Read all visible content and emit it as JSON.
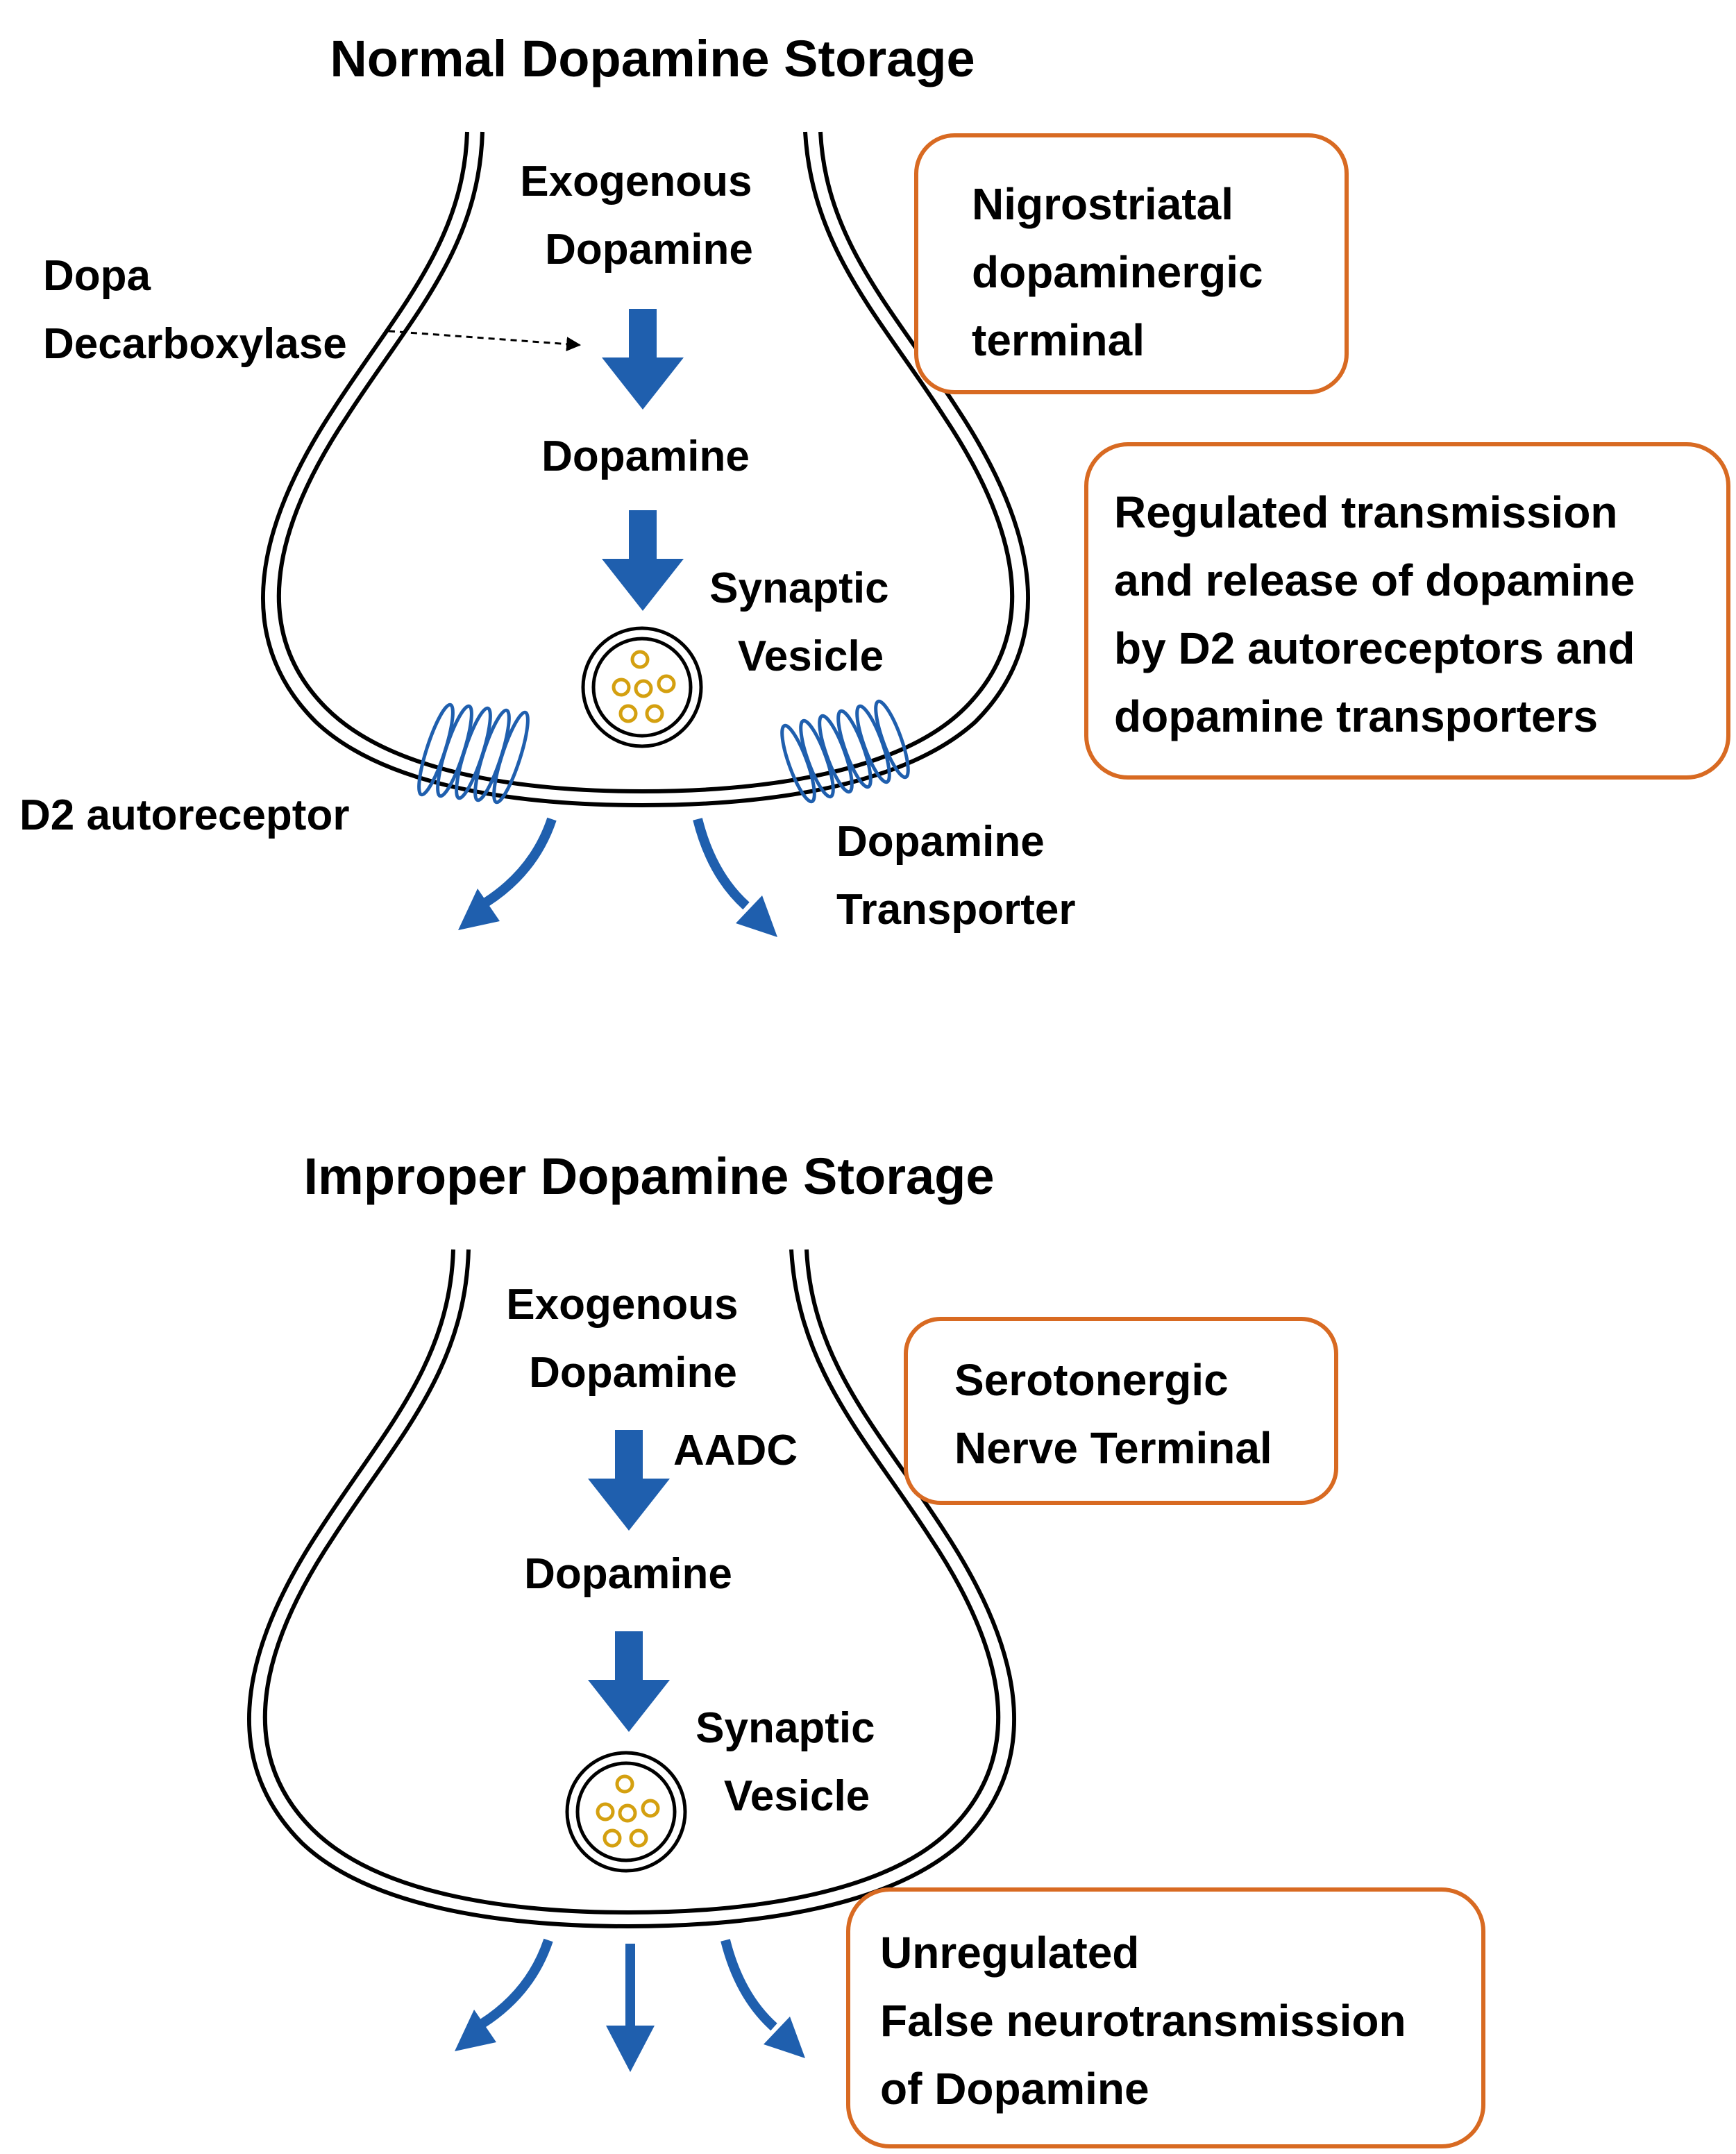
{
  "normal": {
    "title": "Normal Dopamine Storage",
    "exogenous": [
      "Exogenous",
      "Dopamine"
    ],
    "enzyme": [
      "Dopa",
      "Decarboxylase"
    ],
    "dopamine": "Dopamine",
    "vesicle": [
      "Synaptic",
      "Vesicle"
    ],
    "autoreceptor": "D2 autoreceptor",
    "transporter": [
      "Dopamine",
      "Transporter"
    ],
    "terminal_box": [
      "Nigrostriatal",
      "dopaminergic",
      "terminal"
    ],
    "regulation_box": [
      "Regulated transmission",
      "and release of dopamine",
      "by D2 autoreceptors and",
      "dopamine transporters"
    ]
  },
  "improper": {
    "title": "Improper Dopamine Storage",
    "exogenous": [
      "Exogenous",
      "Dopamine"
    ],
    "enzyme": "AADC",
    "dopamine": "Dopamine",
    "vesicle": [
      "Synaptic",
      "Vesicle"
    ],
    "terminal_box": [
      "Serotonergic",
      "Nerve Terminal"
    ],
    "outcome_box": [
      "Unregulated",
      "False neurotransmission",
      "of Dopamine"
    ]
  },
  "colors": {
    "arrow": "#1f5fae",
    "box_border": "#d86a22",
    "vesicle_dot": "#d4a010"
  }
}
